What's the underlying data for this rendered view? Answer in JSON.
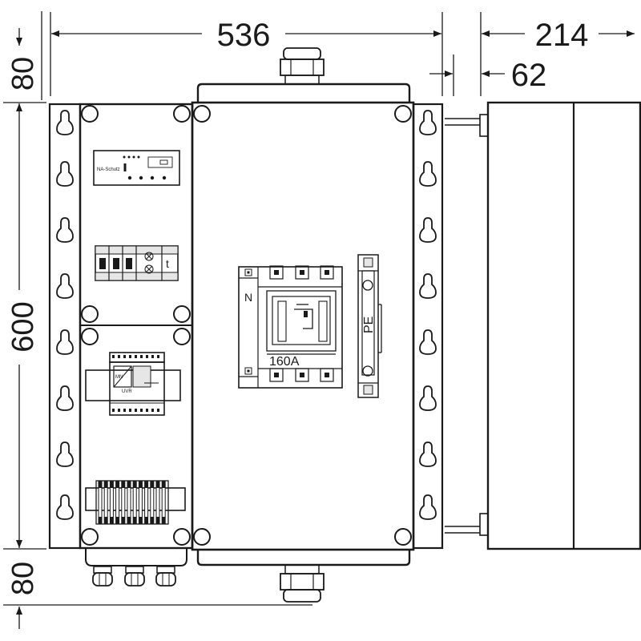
{
  "dimensions": {
    "overall_width": "536",
    "depth": "214",
    "flange_depth": "62",
    "top_height": "80",
    "body_height": "600",
    "bottom_height": "80"
  },
  "labels": {
    "na_schutz": "NA-Schutz",
    "timer": "t",
    "neutral": "N",
    "rating": "160A",
    "protective_earth": "PE",
    "psu_mn": "MN",
    "psu_uvr": "UVR"
  },
  "colors": {
    "stroke": "#1a1a1a",
    "panel_fill": "#ffffff",
    "shade": "#e6e6e6"
  }
}
